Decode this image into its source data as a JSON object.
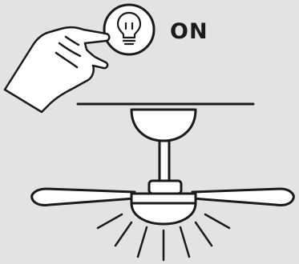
{
  "status_label": "ON",
  "colors": {
    "background": "#e3e3e3",
    "stroke": "#1a1a1a",
    "fill": "#ffffff"
  },
  "icons": [
    "hand-icon",
    "light-switch-button",
    "bulb-icon",
    "ceiling-fan",
    "light-rays"
  ]
}
